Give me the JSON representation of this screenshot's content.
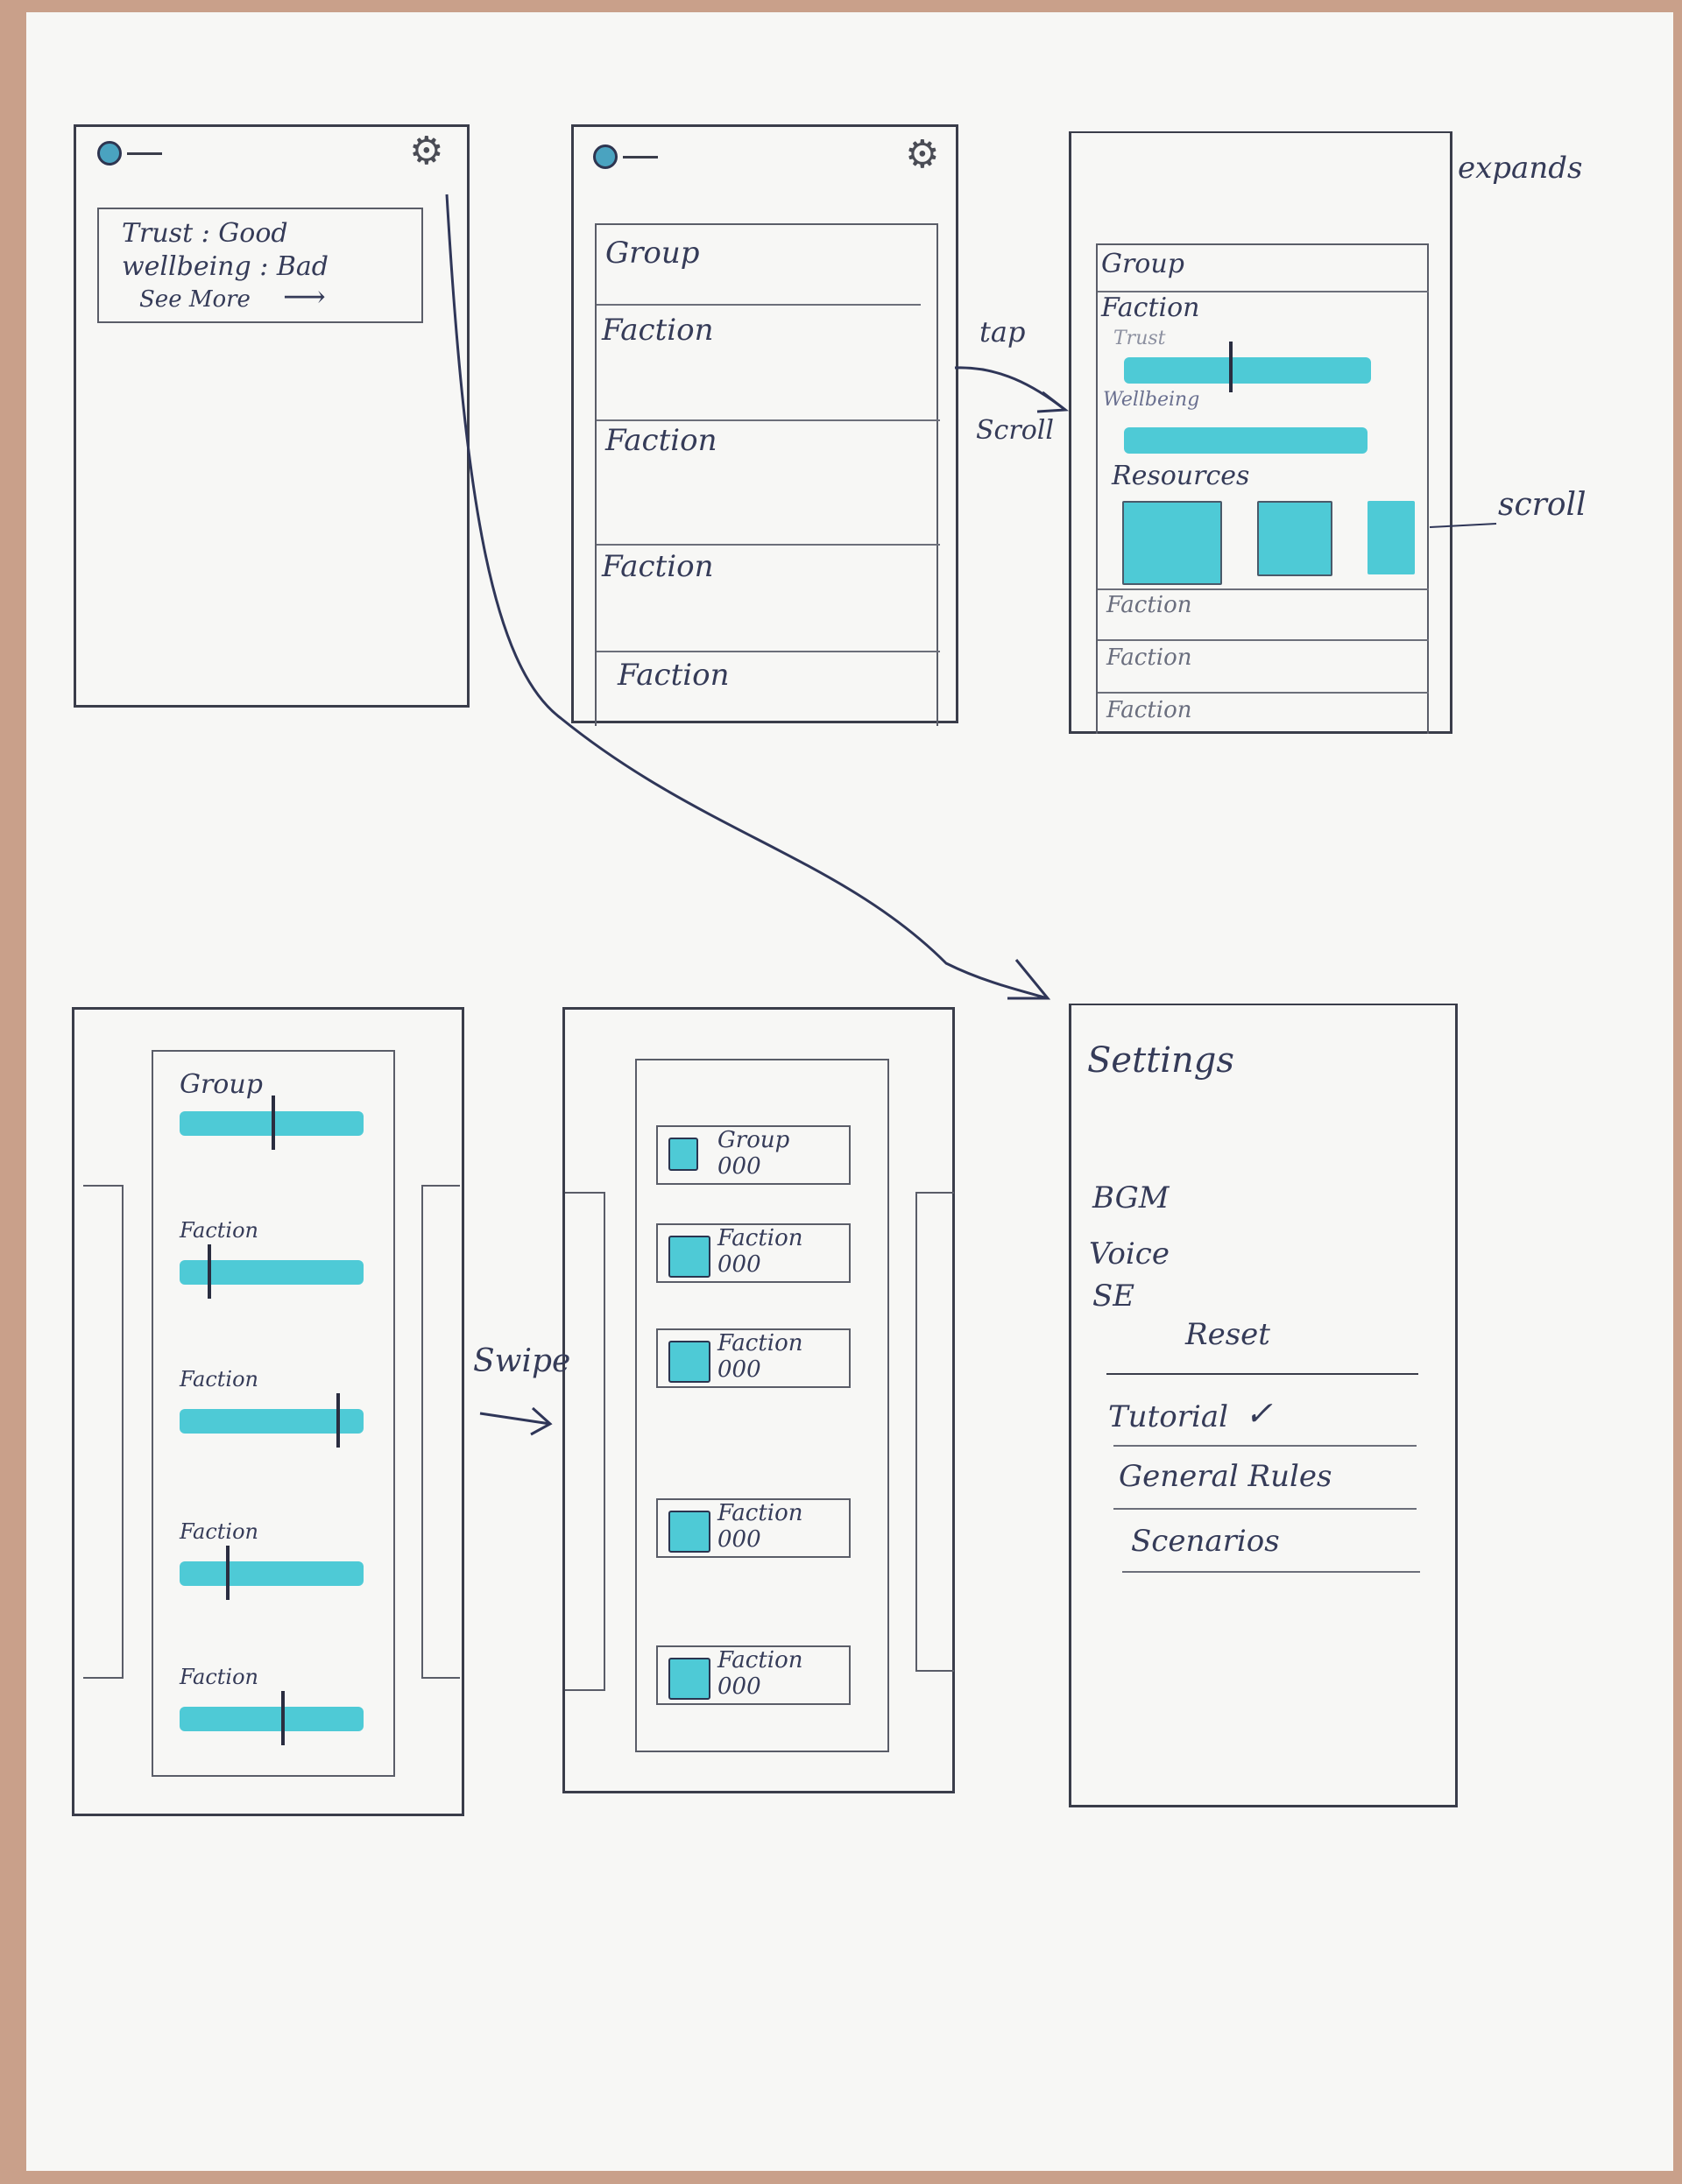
{
  "screen1": {
    "popup": {
      "trust": "Trust : Good",
      "wellbeing": "wellbeing : Bad",
      "see_more": "See More"
    }
  },
  "screen2": {
    "rows": [
      "Group",
      "Faction",
      "Faction",
      "Faction",
      "Faction"
    ]
  },
  "screen3": {
    "group": "Group",
    "faction": "Faction",
    "trust": "Trust",
    "wellbeing": "Wellbeing",
    "resources": "Resources",
    "rows": [
      "Faction",
      "Faction",
      "Faction"
    ]
  },
  "annotations": {
    "expands": "expands",
    "tap": "tap",
    "scroll_tap": "Scroll",
    "scroll_resources": "scroll",
    "swipe": "Swipe"
  },
  "screen4": {
    "items": [
      "Group",
      "Faction",
      "Faction",
      "Faction",
      "Faction"
    ],
    "levels": [
      0.5,
      0.15,
      0.85,
      0.25,
      0.55
    ]
  },
  "screen5": {
    "items": [
      {
        "label": "Group",
        "sub": "000"
      },
      {
        "label": "Faction",
        "sub": "000"
      },
      {
        "label": "Faction",
        "sub": "000"
      },
      {
        "label": "Faction",
        "sub": "000"
      },
      {
        "label": "Faction",
        "sub": "000"
      }
    ]
  },
  "settings": {
    "title": "Settings",
    "bgm": "BGM",
    "voice": "Voice",
    "se": "SE",
    "reset": "Reset",
    "tutorial": "Tutorial",
    "tutorial_check": "✓",
    "general_rules": "General Rules",
    "scenarios": "Scenarios"
  },
  "colors": {
    "accent": "#4ecad6",
    "ink": "#353b58",
    "paper": "#f7f7f5"
  }
}
